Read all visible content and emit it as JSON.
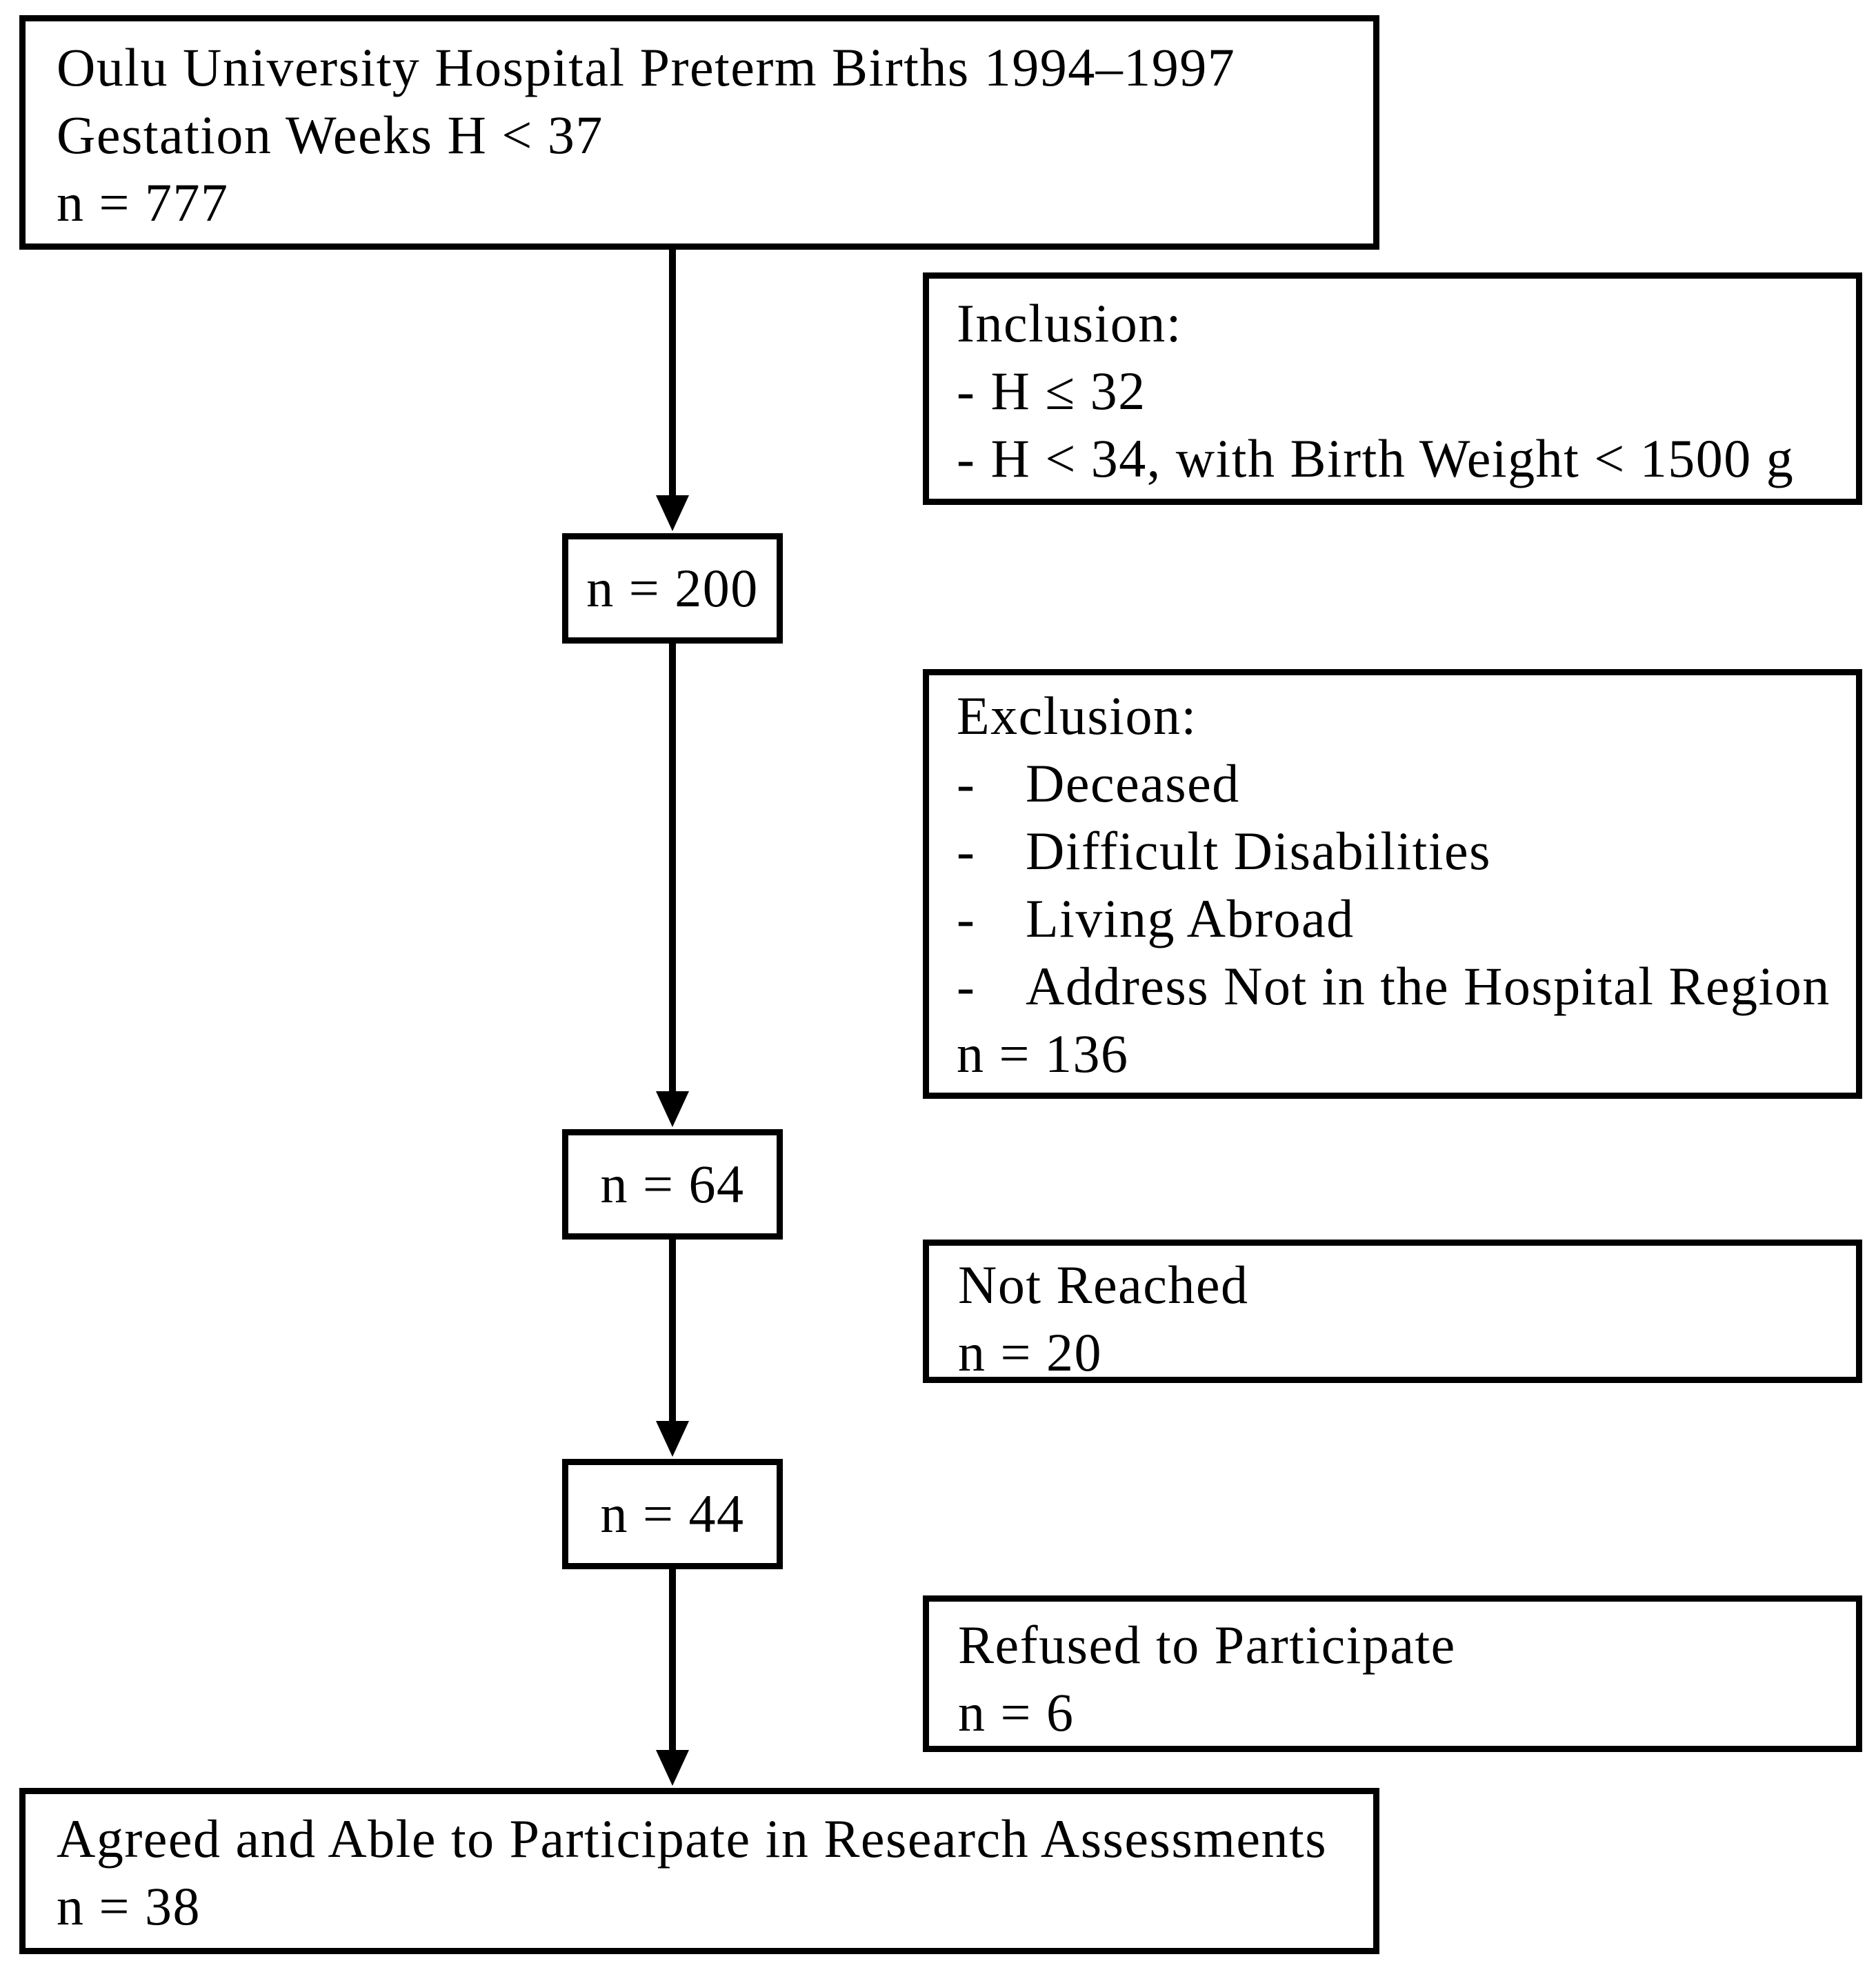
{
  "figure": {
    "colors": {
      "background": "#ffffff",
      "border": "#000000",
      "text": "#000000"
    },
    "boxes": {
      "source": {
        "lines": [
          "Oulu University Hospital Preterm Births 1994–1997",
          "Gestation Weeks H < 37",
          "n = 777"
        ]
      },
      "inclusion": {
        "title": "Inclusion:",
        "bullet": "-",
        "items": [
          "H ≤ 32",
          "H < 34, with Birth Weight < 1500 g"
        ]
      },
      "after_inclusion": {
        "label": "n = 200"
      },
      "exclusion": {
        "title": "Exclusion:",
        "bullet": "-",
        "items": [
          "Deceased",
          "Difficult Disabilities",
          "Living Abroad",
          "Address Not in the Hospital Region"
        ],
        "count": "n = 136"
      },
      "after_exclusion": {
        "label": "n = 64"
      },
      "not_reached": {
        "title": "Not Reached",
        "count": "n = 20"
      },
      "after_not_reached": {
        "label": "n = 44"
      },
      "refused": {
        "title": "Refused to Participate",
        "count": "n = 6"
      },
      "final": {
        "title": "Agreed and Able to Participate in Research Assessments",
        "count": "n = 38"
      }
    }
  }
}
